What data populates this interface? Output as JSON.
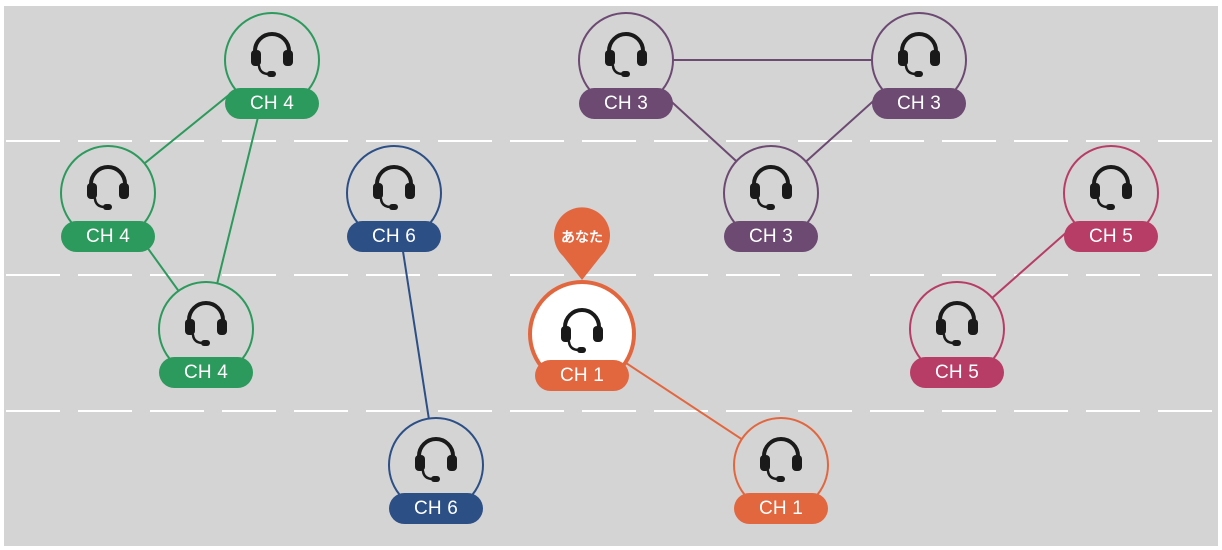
{
  "colors": {
    "background": "#d4d4d4",
    "lane_marking": "#ffffff",
    "ch1": "#e2673f",
    "ch3": "#6c4a72",
    "ch4": "#2c9a5c",
    "ch5": "#b83d66",
    "ch6": "#2c4f86"
  },
  "you_marker": {
    "label": "あなた",
    "channel": "ch1"
  },
  "nodes": [
    {
      "id": "ch4-top",
      "label": "CH 4",
      "channel": "ch4",
      "icon": "headset-icon"
    },
    {
      "id": "ch4-left",
      "label": "CH 4",
      "channel": "ch4",
      "icon": "headset-icon"
    },
    {
      "id": "ch4-bottom",
      "label": "CH 4",
      "channel": "ch4",
      "icon": "headset-icon"
    },
    {
      "id": "ch6-top",
      "label": "CH 6",
      "channel": "ch6",
      "icon": "headset-icon"
    },
    {
      "id": "ch6-bottom",
      "label": "CH 6",
      "channel": "ch6",
      "icon": "headset-icon"
    },
    {
      "id": "ch1-you",
      "label": "CH 1",
      "channel": "ch1",
      "icon": "headset-icon",
      "is_you": true
    },
    {
      "id": "ch1-other",
      "label": "CH 1",
      "channel": "ch1",
      "icon": "headset-icon"
    },
    {
      "id": "ch3-left",
      "label": "CH 3",
      "channel": "ch3",
      "icon": "headset-icon"
    },
    {
      "id": "ch3-right",
      "label": "CH 3",
      "channel": "ch3",
      "icon": "headset-icon"
    },
    {
      "id": "ch3-bottom",
      "label": "CH 3",
      "channel": "ch3",
      "icon": "headset-icon"
    },
    {
      "id": "ch5-top",
      "label": "CH 5",
      "channel": "ch5",
      "icon": "headset-icon"
    },
    {
      "id": "ch5-bottom",
      "label": "CH 5",
      "channel": "ch5",
      "icon": "headset-icon"
    }
  ],
  "links": [
    [
      "ch4-top",
      "ch4-left"
    ],
    [
      "ch4-top",
      "ch4-bottom"
    ],
    [
      "ch4-left",
      "ch4-bottom"
    ],
    [
      "ch6-top",
      "ch6-bottom"
    ],
    [
      "ch1-you",
      "ch1-other"
    ],
    [
      "ch3-left",
      "ch3-right"
    ],
    [
      "ch3-left",
      "ch3-bottom"
    ],
    [
      "ch3-right",
      "ch3-bottom"
    ],
    [
      "ch5-top",
      "ch5-bottom"
    ]
  ]
}
